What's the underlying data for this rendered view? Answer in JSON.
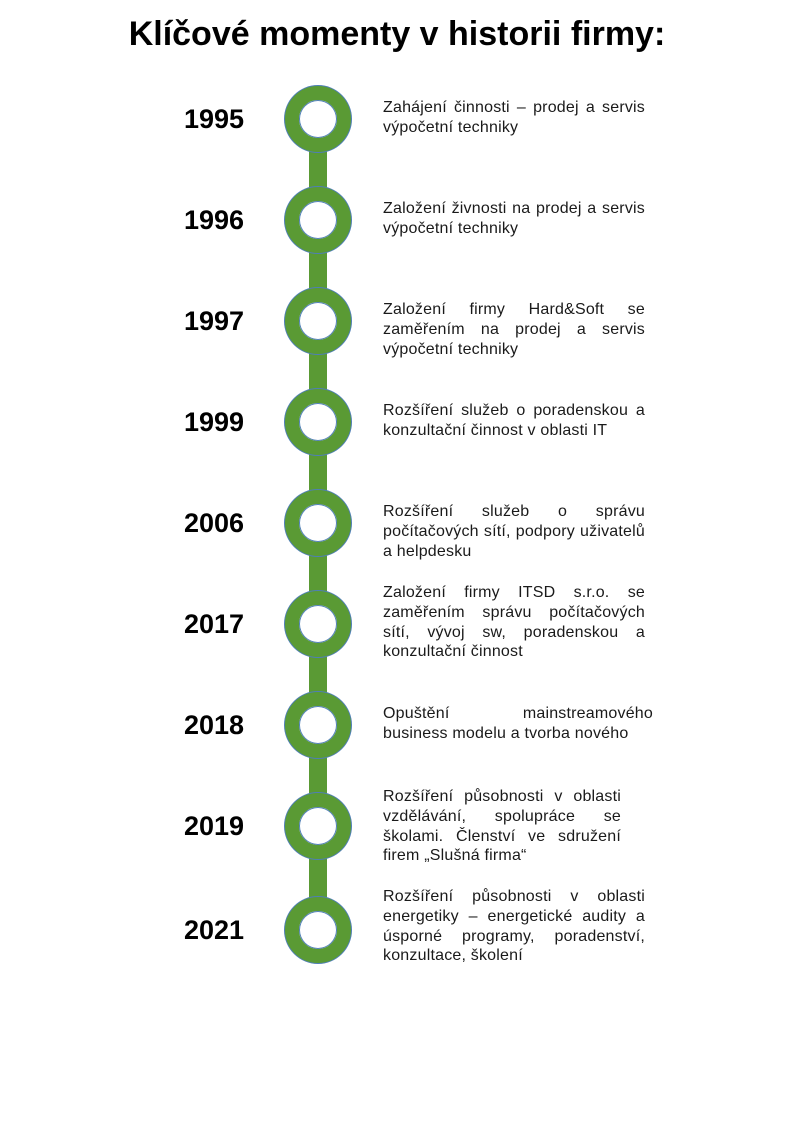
{
  "title": "Klíčové momenty v historii firmy:",
  "colors": {
    "timeline": "#5a9a34",
    "ring_outline": "#4f7fb5"
  },
  "milestones": [
    {
      "year": "1995",
      "text": "Zahájení činnosti – prodej a servis výpočetní techniky"
    },
    {
      "year": "1996",
      "text": "Založení živnosti na prodej a servis výpočetní techniky"
    },
    {
      "year": "1997",
      "text": "Založení firmy Hard&Soft se zaměřením na prodej a servis výpočetní techniky"
    },
    {
      "year": "1999",
      "text": "Rozšíření služeb o poradenskou a konzultační činnost v oblasti IT"
    },
    {
      "year": "2006",
      "text": "Rozšíření služeb o správu počítačových sítí, podpory uživatelů a helpdesku"
    },
    {
      "year": "2017",
      "text": "Založení firmy ITSD s.r.o. se zaměřením správu počítačových sítí, vývoj sw, poradenskou a konzultační činnost"
    },
    {
      "year": "2018",
      "text": "Opuštění mainstreamového business modelu a tvorba nového"
    },
    {
      "year": "2019",
      "text": "Rozšíření působnosti v oblasti vzdělávání, spolupráce se školami. Členství ve sdružení firem „Slušná firma“"
    },
    {
      "year": "2021",
      "text": "Rozšíření působnosti v oblasti energetiky – energetické audity a úsporné programy, poradenství, konzultace, školení"
    }
  ]
}
